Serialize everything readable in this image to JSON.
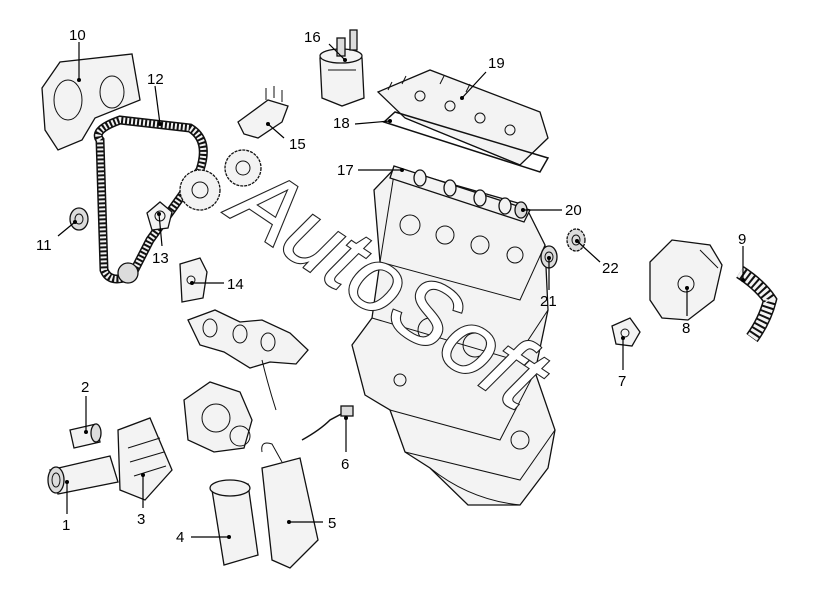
{
  "watermark": "AutoSoft",
  "callouts": [
    {
      "id": "1",
      "label": "1"
    },
    {
      "id": "2",
      "label": "2"
    },
    {
      "id": "3",
      "label": "3"
    },
    {
      "id": "4",
      "label": "4"
    },
    {
      "id": "5",
      "label": "5"
    },
    {
      "id": "6",
      "label": "6"
    },
    {
      "id": "7",
      "label": "7"
    },
    {
      "id": "8",
      "label": "8"
    },
    {
      "id": "9",
      "label": "9"
    },
    {
      "id": "10",
      "label": "10"
    },
    {
      "id": "11",
      "label": "11"
    },
    {
      "id": "12",
      "label": "12"
    },
    {
      "id": "13",
      "label": "13"
    },
    {
      "id": "14",
      "label": "14"
    },
    {
      "id": "15",
      "label": "15"
    },
    {
      "id": "16",
      "label": "16"
    },
    {
      "id": "17",
      "label": "17"
    },
    {
      "id": "18",
      "label": "18"
    },
    {
      "id": "19",
      "label": "19"
    },
    {
      "id": "20",
      "label": "20"
    },
    {
      "id": "21",
      "label": "21"
    },
    {
      "id": "22",
      "label": "22"
    }
  ]
}
